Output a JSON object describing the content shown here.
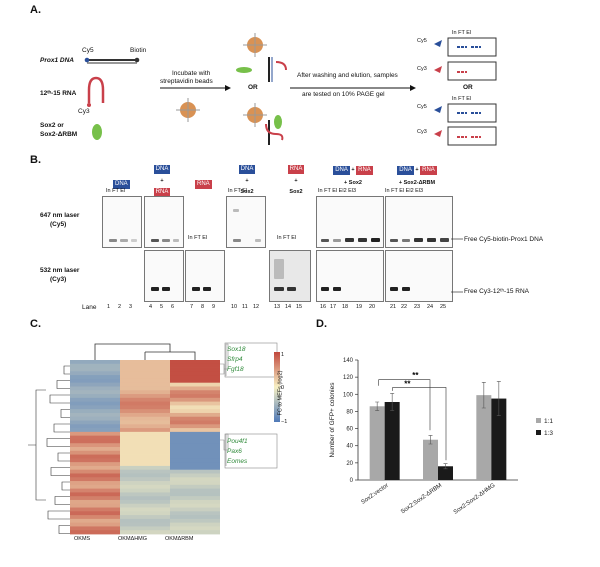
{
  "panels": {
    "a": "A.",
    "b": "B.",
    "c": "C.",
    "d": "D."
  },
  "panel_a": {
    "prox1_dna": "Prox1 DNA",
    "cy5": "Cy5",
    "biotin": "Biotin",
    "rna": "12ᵗʰ-15 RNA",
    "cy3": "Cy3",
    "sox2": "Sox2 or",
    "sox2_rbm": "Sox2-ΔRBM",
    "incubate": "Incubate with",
    "beads": "streptavidin beads",
    "or1": "OR",
    "after": "After washing and elution, samples",
    "tested": "are tested on 10% PAGE gel",
    "or2": "OR",
    "cy5_b": "Cy5",
    "cy3_b": "Cy3",
    "cy5_c": "Cy5",
    "cy3_c": "Cy3",
    "lanes_hdr": "In FT El"
  },
  "panel_b": {
    "groups": [
      {
        "lines": [
          "DNA"
        ],
        "lanes": "In FT El"
      },
      {
        "lines": [
          "DNA",
          "+",
          "RNA"
        ],
        "lanes": ""
      },
      {
        "lines": [
          "RNA"
        ],
        "lanes": "In FT El"
      },
      {
        "lines": [
          "DNA",
          "+",
          "Sox2"
        ],
        "lanes": "In FT El"
      },
      {
        "lines": [
          "RNA",
          "+",
          "Sox2"
        ],
        "lanes": "In FT El"
      },
      {
        "lines": [
          "DNA + RNA",
          "+ Sox2"
        ],
        "lanes": "In FT El El2 El3"
      },
      {
        "lines": [
          "DNA + RNA",
          "+ Sox2-ΔRBM"
        ],
        "lanes": "In FT El El2 El3"
      }
    ],
    "row1_label": "647 nm laser",
    "row1_sub": "(Cy5)",
    "row2_label": "532 nm laser",
    "row2_sub": "(Cy3)",
    "right1_label": "Free Cy5-biotin-Prox1 DNA",
    "right2_label": "Free Cy3-12ᵗʰ-15 RNA",
    "lane_title": "Lane",
    "lane_numbers": [
      "1",
      "2",
      "3",
      "4",
      "5",
      "6",
      "7",
      "8",
      "9",
      "10",
      "11",
      "12",
      "13",
      "14",
      "15",
      "16",
      "17",
      "18",
      "19",
      "20",
      "21",
      "22",
      "23",
      "24",
      "25"
    ]
  },
  "panel_c": {
    "genes_top": [
      "Sox18",
      "Sfrp4",
      "Fgf18"
    ],
    "genes_bottom": [
      "Pou4f1",
      "Pax6",
      "Eomes"
    ],
    "columns": [
      "OKMS",
      "OKMΔHMG",
      "OKMΔRBM"
    ],
    "scale_title": "FC to MEFs (log2)",
    "scale_ticks": [
      "1",
      "0",
      "−1"
    ],
    "colors": {
      "high": "#c0473c",
      "mid": "#f7f0c4",
      "low": "#4f79b8"
    }
  },
  "chart_data": {
    "type": "bar",
    "ylabel": "Number of GFP+ colonies",
    "ylim": [
      0,
      140
    ],
    "yticks": [
      0,
      20,
      40,
      60,
      80,
      100,
      120,
      140
    ],
    "categories": [
      "Sox2:vector",
      "Sox2:Sox2-ΔRBM",
      "Sox2:Sox2-ΔHMG"
    ],
    "series": [
      {
        "name": "1:1",
        "color": "#a8a8a8",
        "values": [
          86,
          47,
          99
        ],
        "errors": [
          5,
          5,
          15
        ]
      },
      {
        "name": "1:3",
        "color": "#1a1a1a",
        "values": [
          91,
          16,
          95
        ],
        "errors": [
          10,
          3,
          20
        ]
      }
    ],
    "annotations": [
      "**",
      "**"
    ]
  }
}
